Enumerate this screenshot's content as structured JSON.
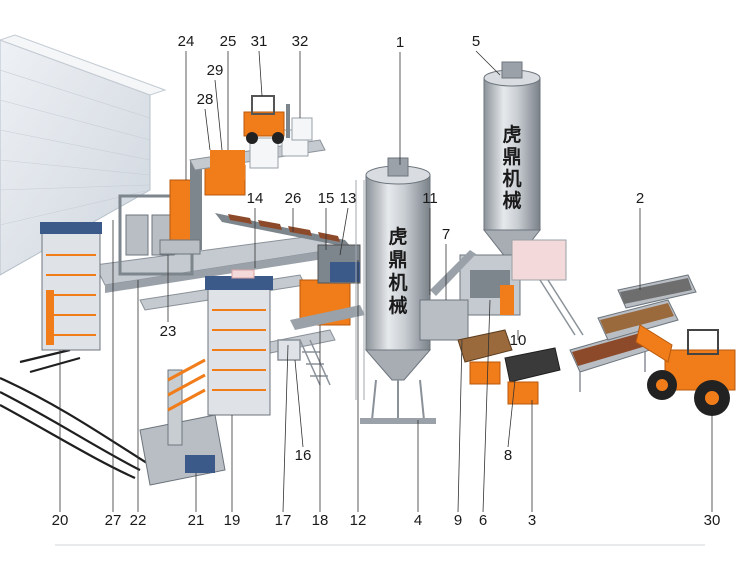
{
  "diagram": {
    "callouts": [
      "1",
      "2",
      "3",
      "4",
      "5",
      "6",
      "7",
      "8",
      "9",
      "10",
      "11",
      "12",
      "13",
      "14",
      "15",
      "16",
      "17",
      "18",
      "19",
      "20",
      "21",
      "22",
      "23",
      "24",
      "25",
      "26",
      "27",
      "28",
      "29",
      "30",
      "31",
      "32"
    ],
    "silo_text": [
      "虎",
      "鼎",
      "机",
      "械"
    ],
    "colors": {
      "orange": "#f07d1a",
      "steel": "#b9bec4",
      "steel_dark": "#7d858d",
      "frame_blue": "#3b5a8a",
      "warehouse": "#dde3ea",
      "aggregate": "#9a6a3c",
      "gravel": "#6e6e6e",
      "black": "#222222"
    }
  }
}
